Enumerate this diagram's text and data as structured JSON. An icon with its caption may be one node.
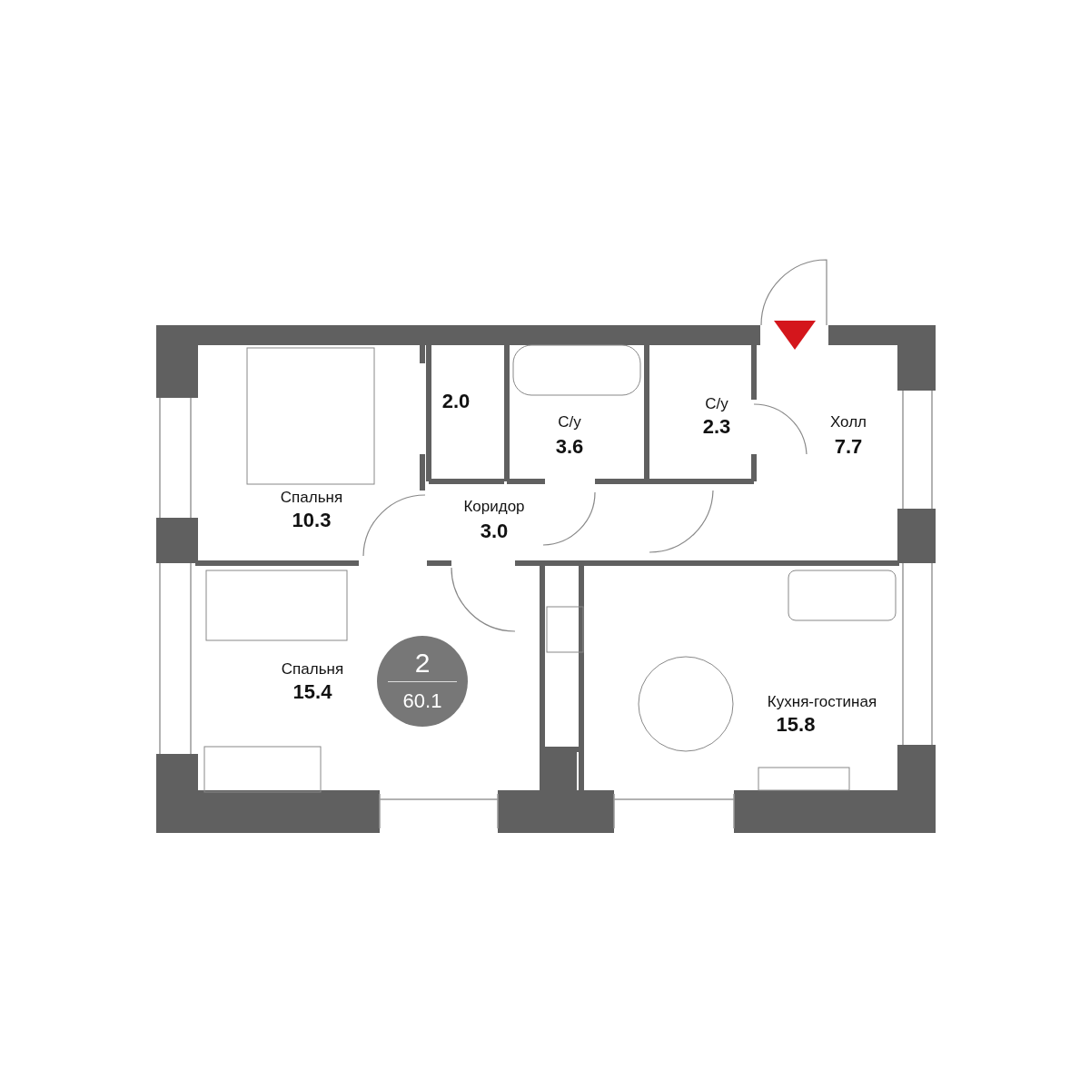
{
  "diagram": {
    "nodes": [
      {
        "text": [
          "Спальня",
          "10.3"
        ]
      },
      {
        "text": [
          "2.0"
        ]
      },
      {
        "text": [
          "С/у",
          "3.6"
        ]
      },
      {
        "text": [
          "С/у",
          "2.3"
        ]
      },
      {
        "text": [
          "Холл",
          "7.7"
        ]
      },
      {
        "text": [
          "Коридор",
          "3.0"
        ]
      },
      {
        "text": [
          "Спальня",
          "15.4"
        ]
      },
      {
        "text": [
          "2",
          "60.1"
        ],
        "in": 6
      },
      {
        "text": [
          "Кухня-гостиная",
          "15.8"
        ]
      }
    ],
    "edges": []
  }
}
